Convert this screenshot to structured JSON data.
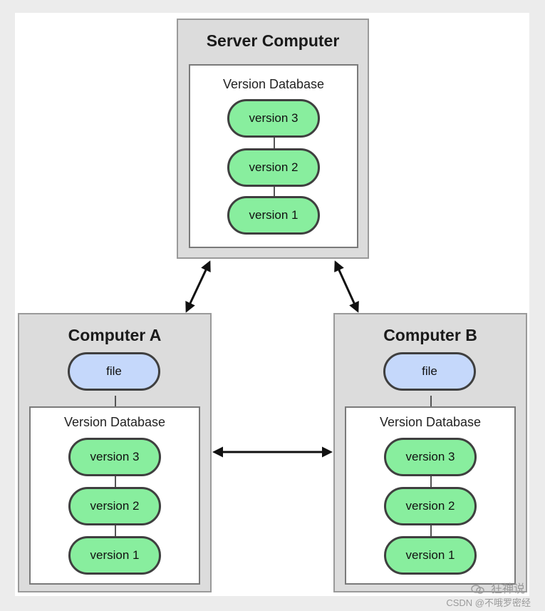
{
  "server": {
    "title": "Server Computer",
    "db_label": "Version Database",
    "versions": [
      "version 3",
      "version 2",
      "version 1"
    ]
  },
  "computer_a": {
    "title": "Computer A",
    "file_label": "file",
    "db_label": "Version Database",
    "versions": [
      "version 3",
      "version 2",
      "version 1"
    ]
  },
  "computer_b": {
    "title": "Computer B",
    "file_label": "file",
    "db_label": "Version Database",
    "versions": [
      "version 3",
      "version 2",
      "version 1"
    ]
  },
  "watermark": {
    "brand": "狂神说",
    "credit": "CSDN @不哦罗密经"
  },
  "colors": {
    "version_fill": "#88ee9e",
    "file_fill": "#c5d8fb",
    "box_fill": "#dcdcdc",
    "border": "#3f3f3f"
  },
  "icons": [
    "wechat-icon"
  ]
}
